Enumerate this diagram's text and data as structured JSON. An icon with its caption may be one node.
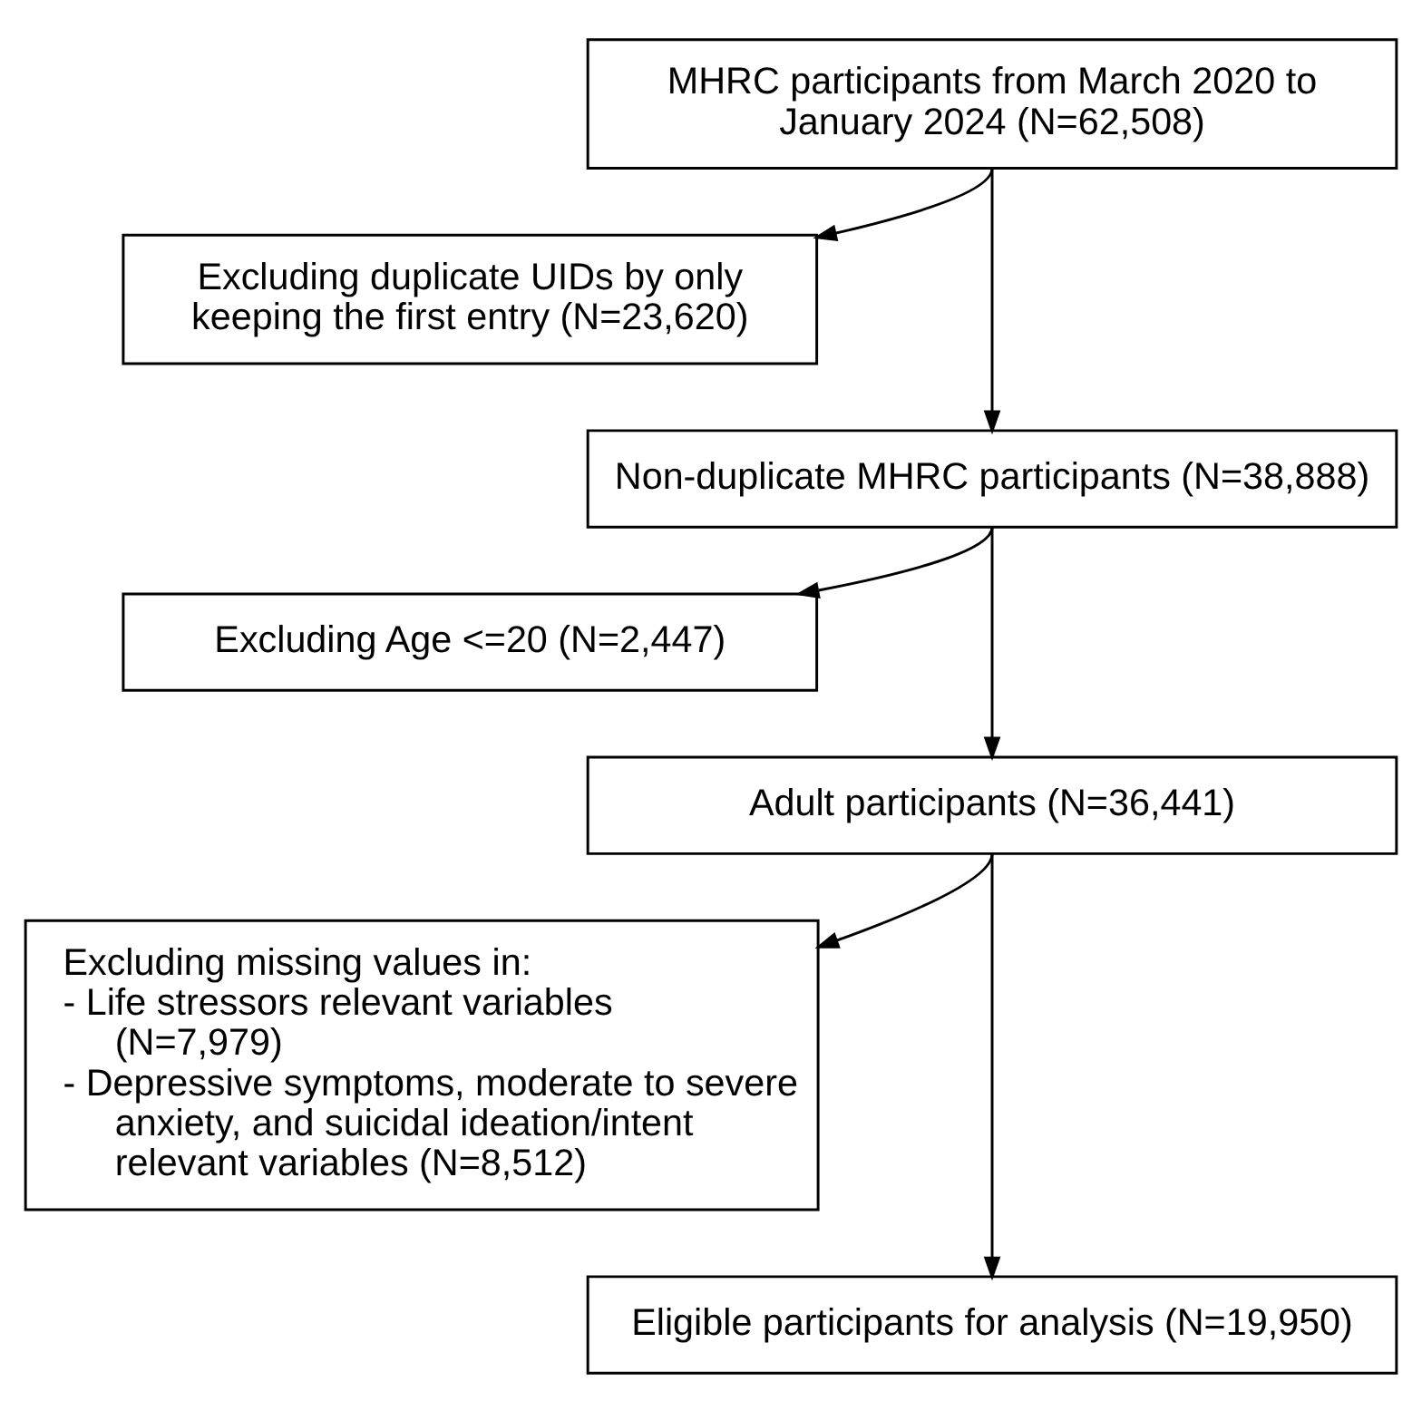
{
  "diagram": {
    "nodes": [
      {
        "text": [
          "MHRC participants from March 2020 to January 2024 (N=62,508)"
        ]
      },
      {
        "text": [
          "Excluding duplicate UIDs by only keeping the first entry (N=23,620)"
        ]
      },
      {
        "text": [
          "Non-duplicate MHRC participants (N=38,888)"
        ]
      },
      {
        "text": [
          "Excluding Age <=20 (N=2,447)"
        ]
      },
      {
        "text": [
          "Adult participants (N=36,441)"
        ]
      },
      {
        "text": [
          "Excluding missing values in:",
          "- Life stressors relevant variables (N=7,979)",
          "- Depressive symptoms, moderate to severe anxiety, and suicidal ideation/intent relevant variables (N=8,512)"
        ]
      },
      {
        "text": [
          "Eligible participants for analysis (N=19,950)"
        ]
      }
    ],
    "edges": [
      {
        "from": 0,
        "to": 2,
        "arrow": "to"
      },
      {
        "from": 0,
        "to": 1,
        "arrow": "to"
      },
      {
        "from": 2,
        "to": 4,
        "arrow": "to"
      },
      {
        "from": 2,
        "to": 3,
        "arrow": "to"
      },
      {
        "from": 4,
        "to": 6,
        "arrow": "to"
      },
      {
        "from": 4,
        "to": 5,
        "arrow": "to"
      }
    ]
  }
}
